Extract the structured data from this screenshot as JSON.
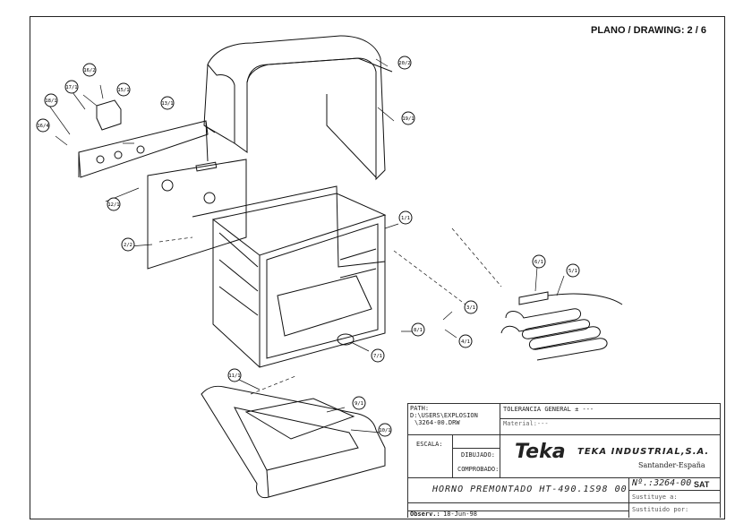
{
  "header": {
    "plano_label": "PLANO / DRAWING: 2 / 6"
  },
  "callouts": [
    "20/2",
    "19/1",
    "13/1",
    "15/1",
    "16/2",
    "17/1",
    "18/1",
    "16/4",
    "12/1",
    "2/2",
    "1/1",
    "6/1",
    "5/1",
    "3/1",
    "8/1",
    "4/1",
    "7/1",
    "11/1",
    "9/1",
    "10/1"
  ],
  "title_block": {
    "path_label": "PATH:",
    "path_value": "D:\\USERS\\EXPLOSION",
    "path_file": "\\3264-00.DRW",
    "tolerance": "TOLERANCIA GENERAL ± ---",
    "material": "Material:---",
    "escala": "ESCALA:",
    "dibujado": "DIBUJADO:",
    "comprobado": "COMPROBADO:",
    "logo_text": "Teka",
    "company": "TEKA INDUSTRIAL,S.A.",
    "location": "Santander-España",
    "product": "HORNO PREMONTADO HT-490.1S98 00",
    "number": "Nº.:3264-00",
    "sat": "SAT",
    "sustituye": "Sustituye a:",
    "sustituido": "Sustituido por:",
    "observ_label": "Observ.:",
    "observ_date": "18-Jun-98"
  }
}
